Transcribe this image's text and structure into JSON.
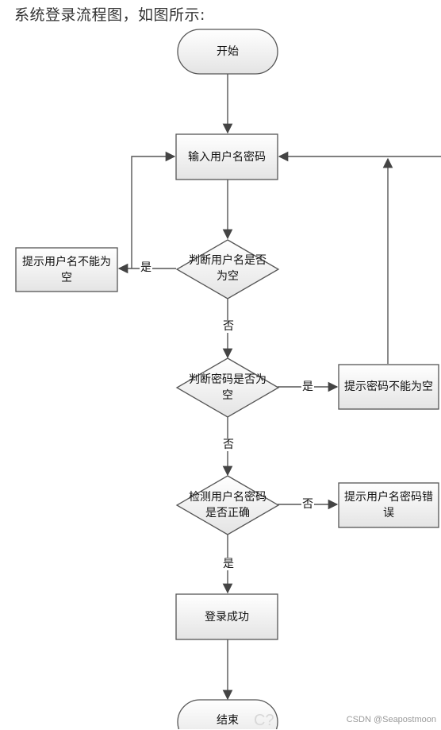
{
  "heading": "系统登录流程图，如图所示:",
  "nodes": {
    "start": "开始",
    "input": "输入用户名密码",
    "check_user": "判断用户名是否为空",
    "user_empty_tip": "提示用户名不能为空",
    "check_pwd": "判断密码是否为空",
    "pwd_empty_tip": "提示密码不能为空",
    "verify": "检测用户名密码是否正确",
    "wrong_tip": "提示用户名密码错误",
    "success": "登录成功",
    "end": "结束"
  },
  "labels": {
    "user_yes": "是",
    "user_no": "否",
    "pwd_yes": "是",
    "pwd_no": "否",
    "verify_no": "否",
    "verify_yes": "是"
  },
  "watermark": "CSDN @Seapostmoon",
  "faint_text": "C?",
  "colors": {
    "stroke": "#555555",
    "fill_top": "#ffffff",
    "fill_bottom": "#e6e6e6"
  }
}
